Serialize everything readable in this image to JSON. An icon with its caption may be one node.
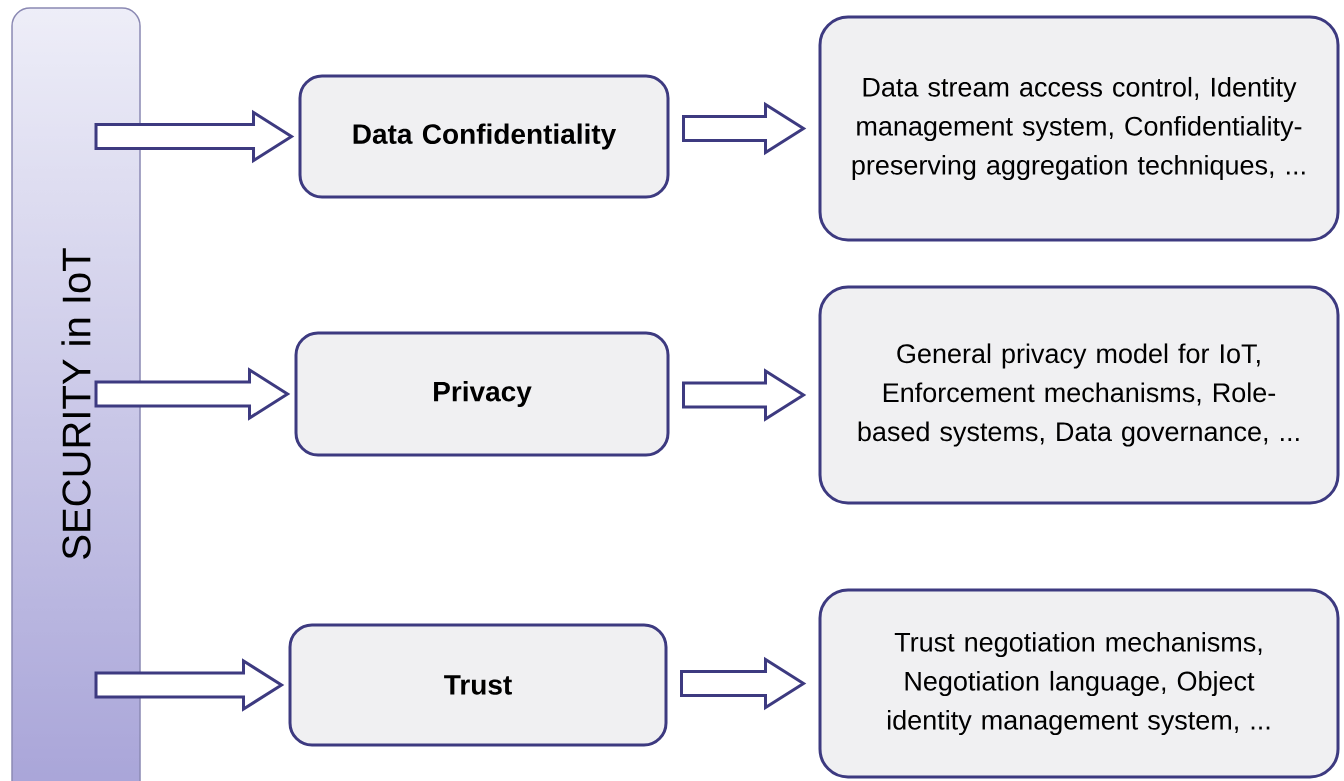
{
  "diagram": {
    "nodes": [
      {
        "text": [
          "SECURITY in IoT"
        ]
      },
      {
        "text": [
          "Data Confidentiality"
        ]
      },
      {
        "text": [
          "Data stream access control, Identity management system, Confidentiality-preserving aggregation techniques, ..."
        ]
      },
      {
        "text": [
          "Privacy"
        ]
      },
      {
        "text": [
          "General privacy model for IoT, Enforcement mechanisms, Role-based systems, Data governance, ..."
        ]
      },
      {
        "text": [
          "Trust"
        ]
      },
      {
        "text": [
          "Trust negotiation mechanisms, Negotiation language, Object identity management system, ..."
        ]
      }
    ],
    "edges": [
      {
        "from": 0,
        "to": 1,
        "arrow": "to"
      },
      {
        "from": 1,
        "to": 2,
        "arrow": "to"
      },
      {
        "from": 0,
        "to": 3,
        "arrow": "to"
      },
      {
        "from": 3,
        "to": 4,
        "arrow": "to"
      },
      {
        "from": 0,
        "to": 5,
        "arrow": "to"
      },
      {
        "from": 5,
        "to": 6,
        "arrow": "to"
      }
    ]
  }
}
